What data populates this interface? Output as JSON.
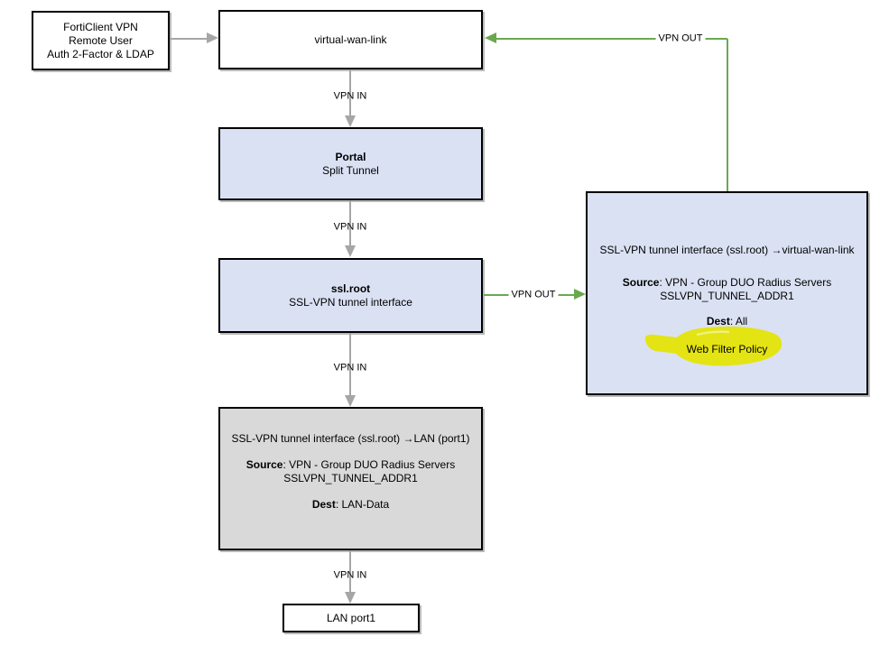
{
  "diagram": {
    "nodes": {
      "forticlient": {
        "line1": "FortiClient VPN",
        "line2": "Remote User",
        "line3": "Auth 2-Factor & LDAP"
      },
      "virtual_wan_link": {
        "label": "virtual-wan-link"
      },
      "portal": {
        "title": "Portal",
        "subtitle": "Split Tunnel"
      },
      "ssl_root": {
        "title": "ssl.root",
        "subtitle": "SSL-VPN tunnel interface"
      },
      "policy_to_wan": {
        "title": "SSL-VPN tunnel interface (ssl.root) →virtual-wan-link",
        "source_label": "Source",
        "source_sep": ": ",
        "source_line1": "VPN - Group DUO Radius Servers",
        "source_line2": "SSLVPN_TUNNEL_ADDR1",
        "dest_label": "Dest",
        "dest_sep": ": ",
        "dest_value": "All",
        "highlight_label": "Web Filter Policy"
      },
      "policy_to_lan": {
        "title": "SSL-VPN tunnel interface (ssl.root) →LAN (port1)",
        "source_label": "Source",
        "source_sep": ": ",
        "source_line1": "VPN - Group DUO Radius Servers",
        "source_line2": "SSLVPN_TUNNEL_ADDR1",
        "dest_label": "Dest",
        "dest_sep": ": ",
        "dest_value": "LAN-Data"
      },
      "lan_port1": {
        "label": "LAN port1"
      }
    },
    "edge_labels": {
      "vpn_in": "VPN IN",
      "vpn_out": "VPN OUT"
    },
    "colors": {
      "node_fill_blue": "#dae1f3",
      "node_fill_gray": "#d9d9d9",
      "node_fill_white": "#ffffff",
      "node_border": "#000000",
      "edge_gray": "#a6a6a6",
      "edge_green": "#6aa84f",
      "highlight_yellow": "#e4e414",
      "text": "#000000"
    }
  }
}
